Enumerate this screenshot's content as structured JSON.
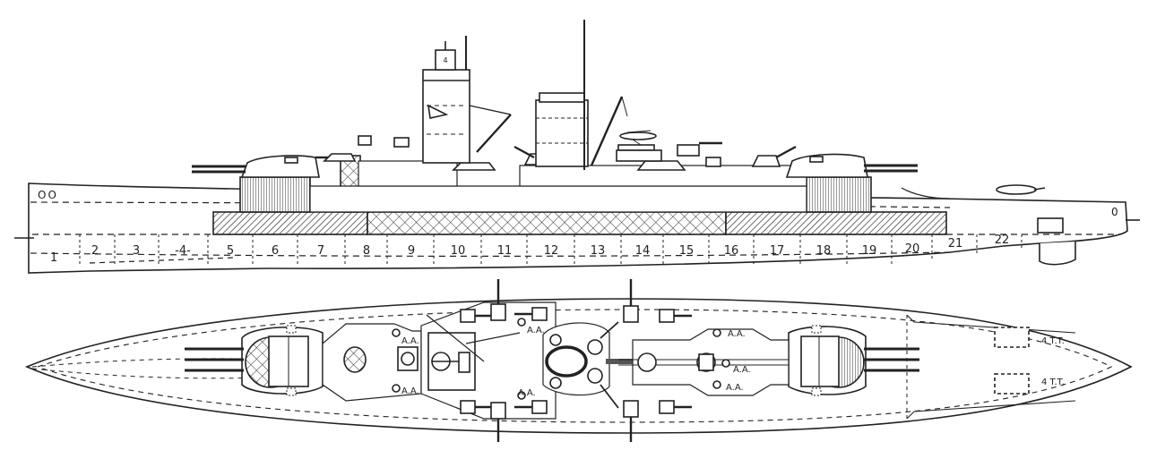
{
  "profile": {
    "bow_marking": "OO",
    "stern_marking": "0",
    "frames": [
      "1",
      "2",
      "3",
      "-4-",
      "5",
      "6",
      "7",
      "8",
      "9",
      "10",
      "11",
      "12",
      "13",
      "14",
      "15",
      "16",
      "17",
      "18",
      "19",
      "20",
      "21",
      "22"
    ],
    "director_marking": "4"
  },
  "plan": {
    "aa_labels": [
      "A.A.",
      "A.A.",
      "A.A.",
      "A.A.",
      "A.A.",
      "A.A.",
      "A.A."
    ],
    "tt_labels": [
      "4 T.T.",
      "4 T.T."
    ]
  }
}
